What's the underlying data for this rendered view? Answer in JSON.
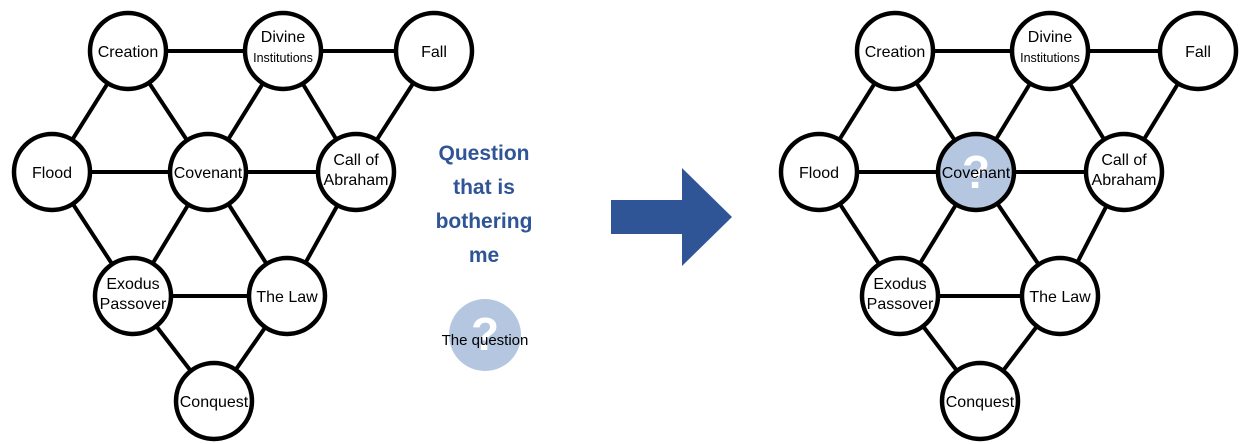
{
  "left_diagram": {
    "nodes": {
      "creation": "Creation",
      "divine_line1": "Divine",
      "divine_line2": "Institutions",
      "fall": "Fall",
      "flood": "Flood",
      "covenant": "Covenant",
      "abraham_line1": "Call of",
      "abraham_line2": "Abraham",
      "exodus_line1": "Exodus",
      "exodus_line2": "Passover",
      "law": "The Law",
      "conquest": "Conquest"
    }
  },
  "middle": {
    "heading_lines": [
      "Question",
      "that is",
      "bothering",
      "me"
    ],
    "question_mark": "?",
    "question_label": "The question"
  },
  "right_diagram": {
    "nodes": {
      "creation": "Creation",
      "divine_line1": "Divine",
      "divine_line2": "Institutions",
      "fall": "Fall",
      "flood": "Flood",
      "covenant": "Covenant",
      "covenant_mark": "?",
      "abraham_line1": "Call of",
      "abraham_line2": "Abraham",
      "exodus_line1": "Exodus",
      "exodus_line2": "Passover",
      "law": "The Law",
      "conquest": "Conquest"
    }
  },
  "colors": {
    "heading": "#2f5597",
    "arrow": "#2f5597",
    "highlight_fill": "#b4c6e0"
  }
}
